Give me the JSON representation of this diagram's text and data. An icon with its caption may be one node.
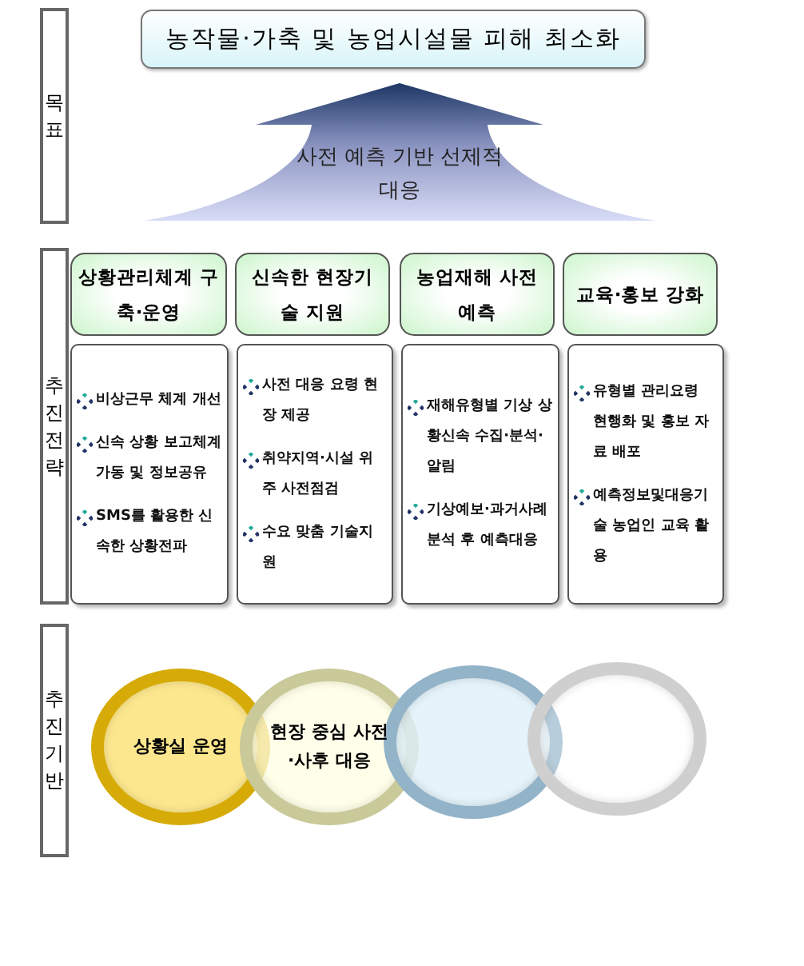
{
  "diagram": {
    "nodes": [
      {
        "text": [
          "목표"
        ]
      },
      {
        "text": [
          "농작물·가축 및 농업시설물 피해 최소화"
        ]
      },
      {
        "text": [
          "사전 예측 기반 선제적 대응"
        ]
      },
      {
        "text": [
          "추진 전략"
        ]
      },
      {
        "text": [
          "상황관리체계 구축·운영"
        ]
      },
      {
        "text": [
          "신속한 현장기술 지원"
        ]
      },
      {
        "text": [
          "농업재해 사전예측"
        ]
      },
      {
        "text": [
          "교육·홍보 강화"
        ]
      },
      {
        "text": [
          "비상근무 체계 개선",
          "신속 상황 보고체계 가동 및 정보공유",
          "SMS를 활용한 신속한 상황전파"
        ]
      },
      {
        "text": [
          "사전 대응 요령 현장 제공",
          "취약지역·시설 위주 사전점검",
          "수요 맞춤 기술지원"
        ]
      },
      {
        "text": [
          "재해유형별 기상 상황신속 수집·분석·알림",
          "기상예보·과거사례 분석 후 예측대응"
        ]
      },
      {
        "text": [
          "유형별 관리요령 현행화 및 홍보 자료 배포",
          "예측정보및대응기술 농업인 교육 활용"
        ]
      },
      {
        "text": [
          "추진 기반"
        ]
      },
      {
        "text": [
          "상황실 운영"
        ]
      },
      {
        "text": [
          "현장 중심 사전·사후 대응"
        ]
      },
      {
        "text": [],
        "shape": "circle"
      },
      {
        "text": [],
        "shape": "circle"
      }
    ]
  }
}
